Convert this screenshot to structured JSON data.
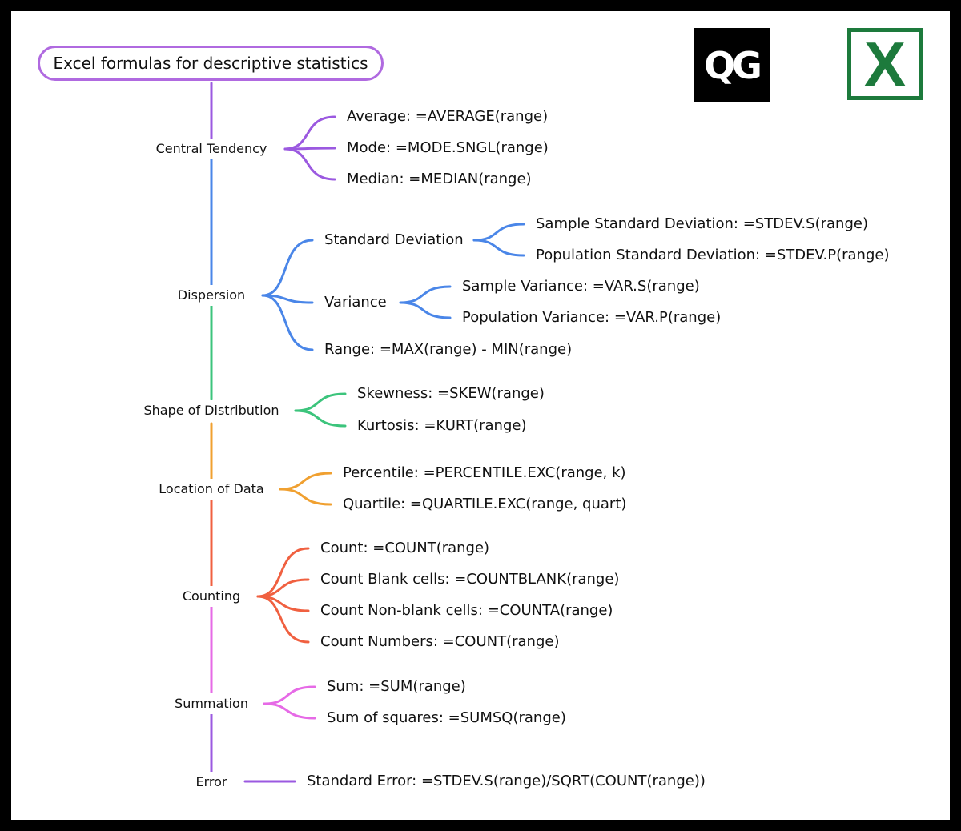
{
  "title": "Excel formulas for descriptive statistics",
  "logos": {
    "qg": "QG",
    "excel": "X",
    "excel_color": "#1d7a3c"
  },
  "categories": [
    {
      "name": "Central Tendency",
      "color": "#9b59e0"
    },
    {
      "name": "Dispersion",
      "color": "#4a86e8"
    },
    {
      "name": "Shape of Distribution",
      "color": "#3cc47c"
    },
    {
      "name": "Location of Data",
      "color": "#f0a030"
    },
    {
      "name": "Counting",
      "color": "#f06040"
    },
    {
      "name": "Summation",
      "color": "#e66ae6"
    },
    {
      "name": "Error",
      "color": "#9b59e0"
    }
  ],
  "leaves": {
    "average": "Average:  =AVERAGE(range)",
    "mode": "Mode:  =MODE.SNGL(range)",
    "median": "Median:  =MEDIAN(range)",
    "standard_deviation": "Standard Deviation",
    "sample_std": "Sample Standard Deviation:  =STDEV.S(range)",
    "population_std": "Population Standard Deviation:  =STDEV.P(range)",
    "variance": "Variance",
    "sample_var": "Sample Variance:  =VAR.S(range)",
    "population_var": "Population Variance:  =VAR.P(range)",
    "range": "Range:  =MAX(range) - MIN(range)",
    "skewness": "Skewness:  =SKEW(range)",
    "kurtosis": "Kurtosis: =KURT(range)",
    "percentile": "Percentile:  =PERCENTILE.EXC(range, k)",
    "quartile": "Quartile:  =QUARTILE.EXC(range, quart)",
    "count": "Count:  =COUNT(range)",
    "count_blank": "Count Blank cells:  =COUNTBLANK(range)",
    "count_nonblank": "Count Non-blank cells:  =COUNTA(range)",
    "count_numbers": "Count Numbers:  =COUNT(range)",
    "sum": "Sum:  =SUM(range)",
    "sum_squares": "Sum of squares:  =SUMSQ(range)",
    "std_error": "Standard Error:  =STDEV.S(range)/SQRT(COUNT(range))"
  }
}
